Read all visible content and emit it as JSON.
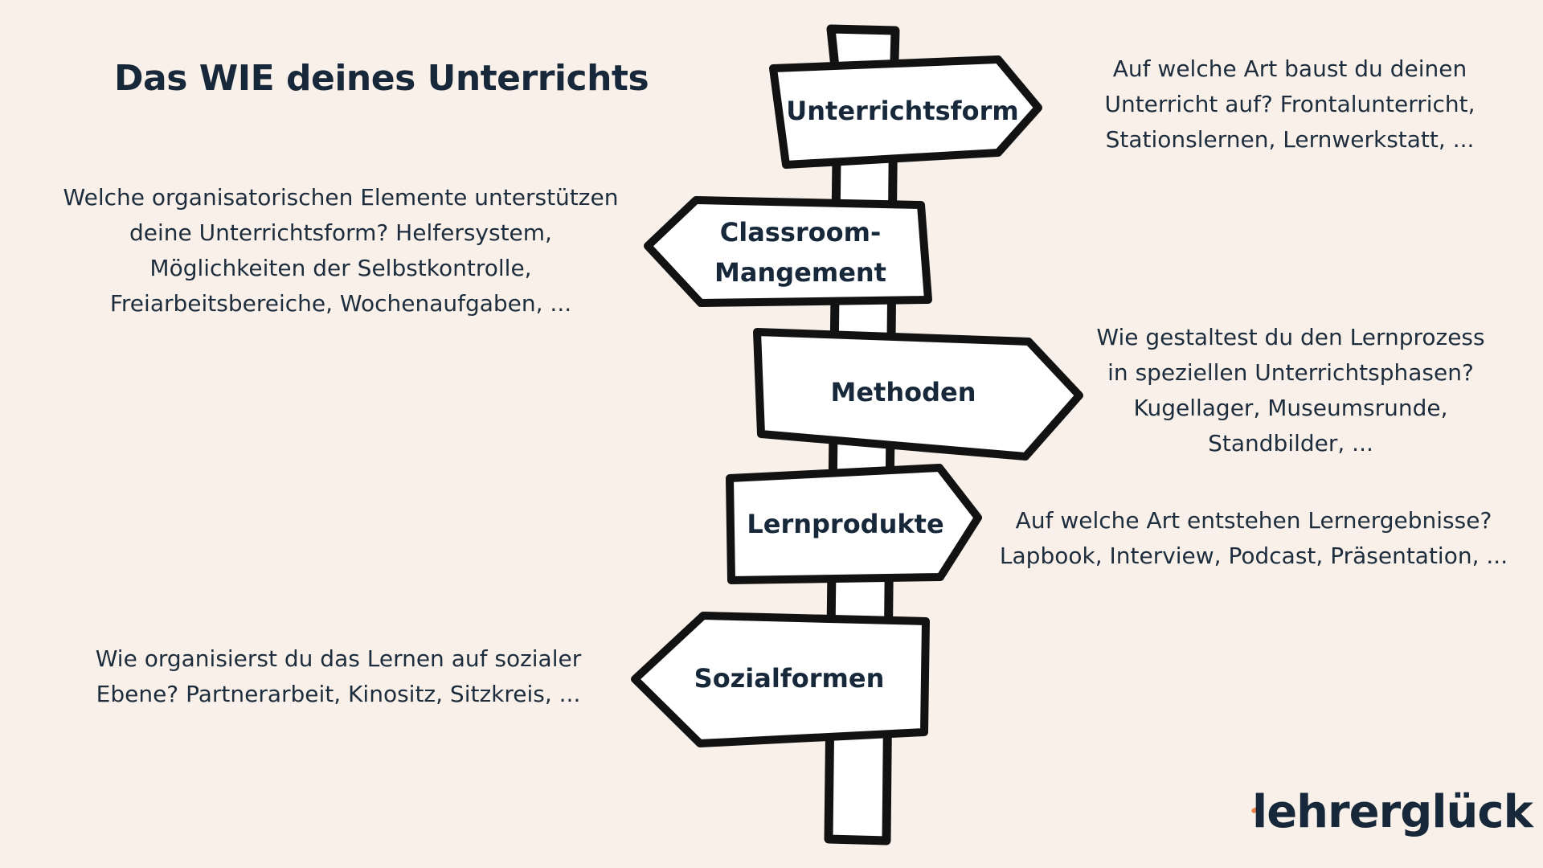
{
  "title": "Das WIE deines Unterrichts",
  "signs": [
    {
      "label_lines": [
        "Unterrichtsform"
      ],
      "description_lines": [
        "Auf welche Art baust du deinen",
        "Unterricht auf? Frontalunterricht,",
        "Stationslernen, Lernwerkstatt, ..."
      ]
    },
    {
      "label_lines": [
        "Classroom-",
        "Mangement"
      ],
      "description_lines": [
        "Welche organisatorischen Elemente unterstützen",
        "deine Unterrichtsform? Helfersystem,",
        "Möglichkeiten der Selbstkontrolle,",
        "Freiarbeitsbereiche, Wochenaufgaben, ..."
      ]
    },
    {
      "label_lines": [
        "Methoden"
      ],
      "description_lines": [
        "Wie gestaltest du den Lernprozess",
        "in speziellen Unterrichtsphasen?",
        "Kugellager, Museumsrunde,",
        "Standbilder, ..."
      ]
    },
    {
      "label_lines": [
        "Lernprodukte"
      ],
      "description_lines": [
        "Auf welche Art entstehen Lernergebnisse?",
        "Lapbook, Interview, Podcast, Präsentation, ..."
      ]
    },
    {
      "label_lines": [
        "Sozialformen"
      ],
      "description_lines": [
        "Wie organisierst du das Lernen auf sozialer",
        "Ebene? Partnerarbeit, Kinositz, Sitzkreis, ..."
      ]
    }
  ],
  "logo": {
    "text": "lehrerglück"
  },
  "colors": {
    "background": "#f9f1e9",
    "text": "#17283a",
    "sign_fill": "#ffffff",
    "sign_outline": "#121212",
    "logo_accent": "#e9824b"
  }
}
